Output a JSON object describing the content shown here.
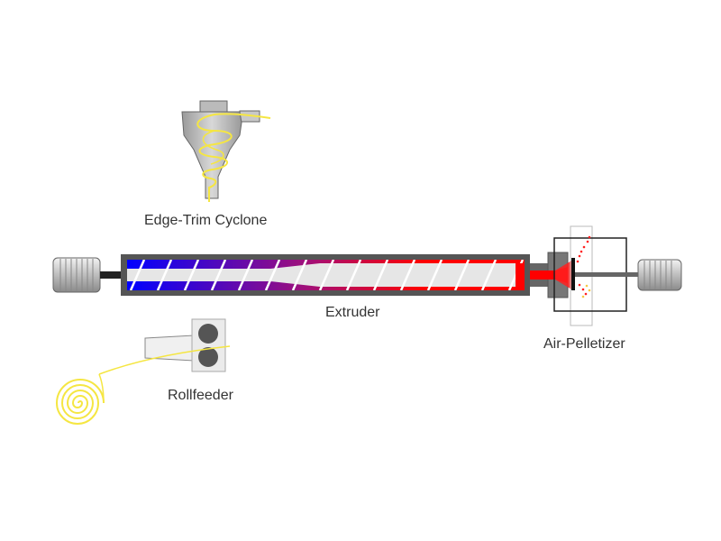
{
  "labels": {
    "cyclone": "Edge-Trim Cyclone",
    "extruder": "Extruder",
    "rollfeeder": "Rollfeeder",
    "pelletizer": "Air-Pelletizer"
  },
  "colors": {
    "barrel": "#555555",
    "melt": "#ff0000",
    "cold": "#0000ff",
    "screw": "#e6e6e6",
    "film": "#f5e642",
    "equipment": "#aaaaaa",
    "motor": "#bdbdbd"
  },
  "icons": {
    "left_motor": "motor-icon",
    "right_motor": "motor-icon",
    "cyclone": "cyclone-icon",
    "rollfeeder": "rollfeeder-icon",
    "film_roll": "film-roll-icon",
    "pelletizer": "pelletizer-icon"
  }
}
